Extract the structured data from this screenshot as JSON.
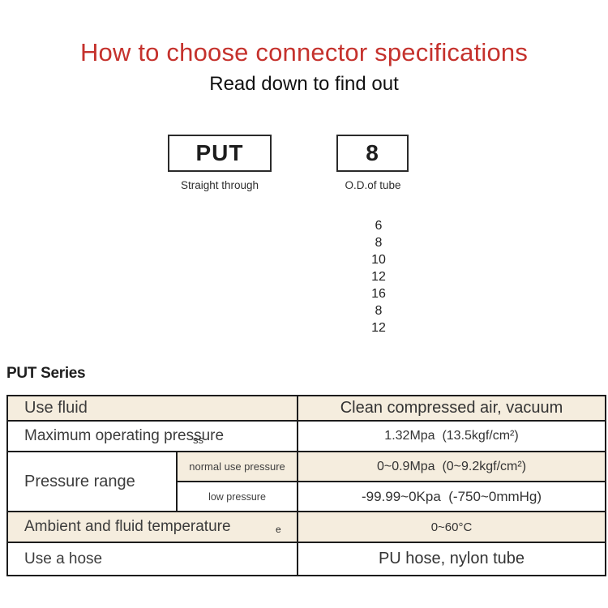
{
  "header": {
    "title": "How to choose connector specifications",
    "subtitle": "Read down to find out"
  },
  "selector": {
    "model_box": {
      "label": "PUT",
      "caption": "Straight through"
    },
    "size_box": {
      "label": "8",
      "caption": "O.D.of tube"
    },
    "size_options": [
      "6",
      "8",
      "10",
      "12",
      "16",
      "8",
      "12"
    ]
  },
  "series": {
    "heading": "PUT Series"
  },
  "spec_table": {
    "rows": [
      {
        "label": "Use fluid",
        "value": "Clean compressed air, vacuum"
      },
      {
        "label": "Maximum operating pressure",
        "overlay": "ss",
        "value": "1.32Mpa  (13.5kgf/cm²)"
      },
      {
        "label": "Pressure range",
        "sub_rows": [
          {
            "label": "normal use pressure",
            "value": "0~0.9Mpa  (0~9.2kgf/cm²)"
          },
          {
            "label": "low pressure",
            "value": "-99.99~0Kpa  (-750~0mmHg)"
          }
        ]
      },
      {
        "label": "Ambient and fluid temperature",
        "overlay": "e",
        "value": "0~60°C"
      },
      {
        "label": "Use a hose",
        "value": "PU hose, nylon tube"
      }
    ]
  },
  "colors": {
    "title_red": "#c5322d",
    "row_beige": "#f5edde",
    "border_dark": "#1c1c1c",
    "label_text": "#3c3c3c"
  }
}
